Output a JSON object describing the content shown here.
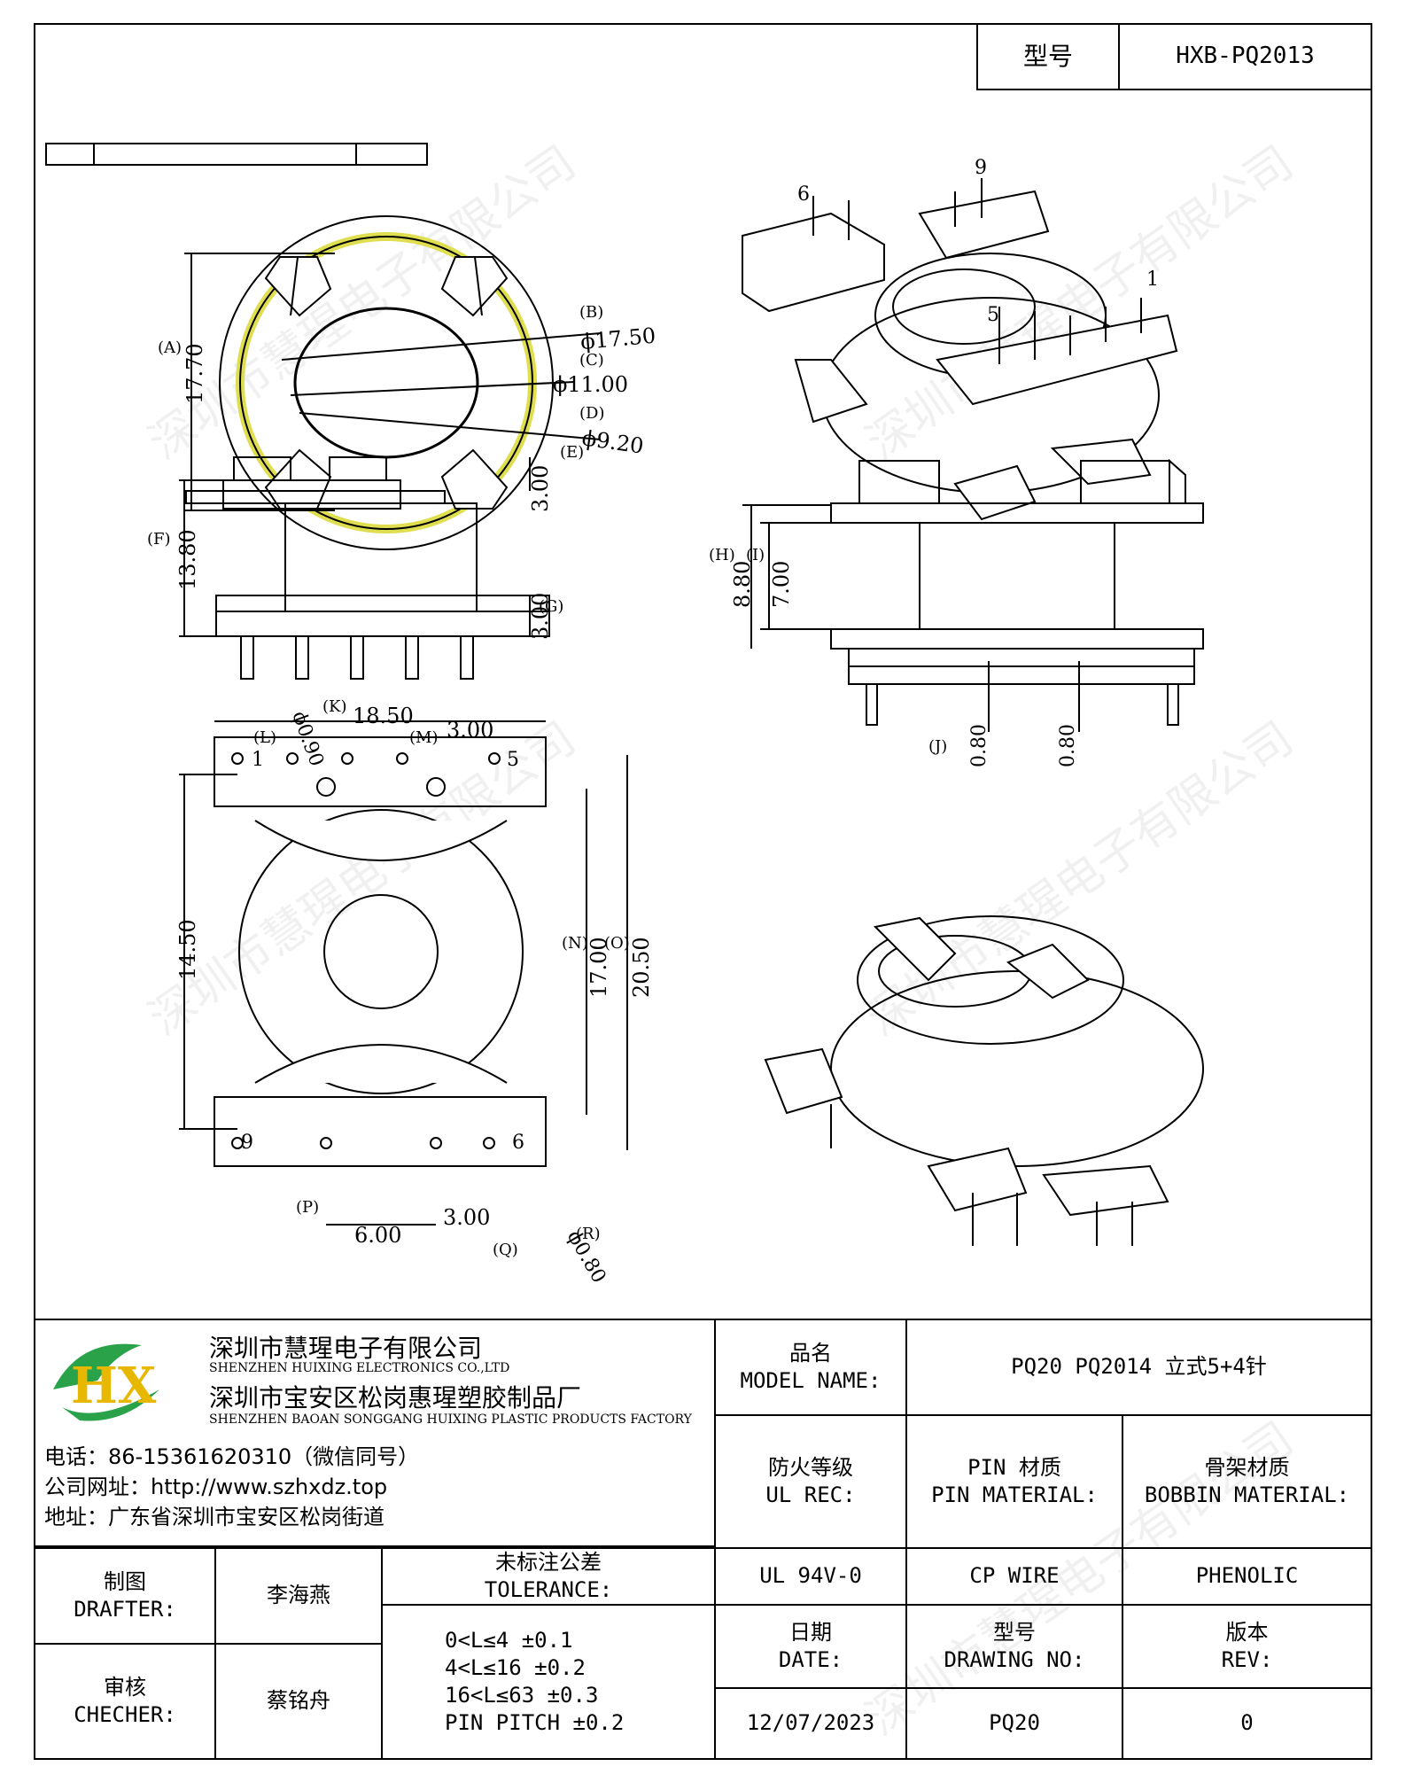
{
  "header": {
    "model_label": "型号",
    "model_value": "HXB-PQ2013"
  },
  "drawing": {
    "top_view": {
      "A": "(A)",
      "B": "(B)",
      "C": "(C)",
      "D": "(D)",
      "A_val": "17.70",
      "B_val": "ϕ17.50",
      "C_val": "ϕ11.00",
      "D_val": "ϕ9.20"
    },
    "front_view": {
      "E": "(E)",
      "F": "(F)",
      "G": "(G)",
      "E_val": "3.00",
      "F_val": "13.80",
      "G_val": "3.00"
    },
    "side_view": {
      "H": "(H)",
      "I": "(I)",
      "J": "(J)",
      "H_val": "8.80",
      "I_val": "7.00",
      "J_val1": "0.80",
      "J_val2": "0.80"
    },
    "bottom_view": {
      "K": "(K)",
      "L": "(L)",
      "M": "(M)",
      "N": "(N)",
      "O": "(O)",
      "P": "(P)",
      "Q": "(Q)",
      "R": "(R)",
      "K_val": "18.50",
      "L_val": "ϕ0.90",
      "M_val": "3.00",
      "N_val": "17.00",
      "O_val": "20.50",
      "left_val": "14.50",
      "P_val": "6.00",
      "Q_val": "3.00",
      "R_val": "ϕ0.80",
      "pin1": "1",
      "pin5": "5",
      "pin9": "9",
      "pin6": "6"
    },
    "iso_top": {
      "pin6": "6",
      "pin9": "9",
      "pin1": "1",
      "pin5": "5"
    },
    "watermark": "深圳市慧瑆电子有限公司"
  },
  "company": {
    "logo_text": "HX",
    "name_cn": "深圳市慧瑆电子有限公司",
    "name_en": "SHENZHEN HUIXING ELECTRONICS CO.,LTD",
    "factory_cn": "深圳市宝安区松岗惠瑆塑胶制品厂",
    "factory_en": "SHENZHEN BAOAN SONGGANG HUIXING PLASTIC PRODUCTS FACTORY",
    "phone": "电话：86-15361620310（微信同号）",
    "website": "公司网址：http://www.szhxdz.top",
    "address": "地址：广东省深圳市宝安区松岗街道"
  },
  "titleblock": {
    "model_name_cn": "品名",
    "model_name_en": "MODEL NAME:",
    "model_name_value": "PQ20 PQ2014 立式5+4针",
    "ul_cn": "防火等级",
    "ul_en": "UL REC:",
    "pin_cn": "PIN 材质",
    "pin_en": "PIN MATERIAL:",
    "bobbin_cn": "骨架材质",
    "bobbin_en": "BOBBIN MATERIAL:",
    "drafter_cn": "制图",
    "drafter_en": "DRAFTER:",
    "drafter_name": "李海燕",
    "checker_cn": "审核",
    "checker_en": "CHECHER:",
    "checker_name": "蔡铭舟",
    "tol_cn": "未标注公差",
    "tol_en": "TOLERANCE:",
    "tol_lines": [
      "0<L≤4  ±0.1",
      "4<L≤16 ±0.2",
      "16<L≤63 ±0.3",
      "PIN PITCH ±0.2"
    ],
    "ul_value": "UL 94V-0",
    "pin_value": "CP WIRE",
    "bobbin_value": "PHENOLIC",
    "date_cn": "日期",
    "date_en": "DATE:",
    "dwg_cn": "型号",
    "dwg_en": "DRAWING NO:",
    "rev_cn": "版本",
    "rev_en": "REV:",
    "date_value": "12/07/2023",
    "dwg_value": "PQ20",
    "rev_value": "0"
  }
}
